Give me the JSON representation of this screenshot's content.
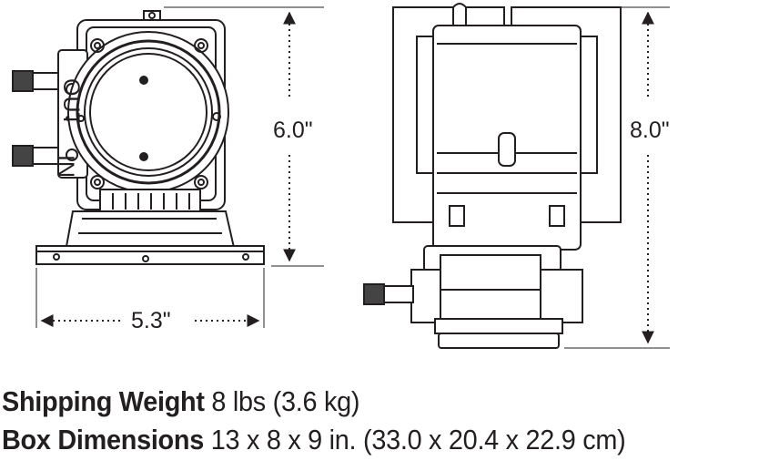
{
  "dimensions": {
    "height_front": "6.0\"",
    "height_side": "8.0\"",
    "width_front": "5.3\""
  },
  "specs": {
    "shipping_weight": {
      "label": "Shipping Weight",
      "value": "8 lbs (3.6 kg)"
    },
    "box_dimensions": {
      "label": "Box Dimensions",
      "value": "13 x 8 x 9 in. (33.0 x 20.4 x 22.9 cm)"
    }
  },
  "port_labels": {
    "out": "OUT",
    "in": "IN"
  }
}
